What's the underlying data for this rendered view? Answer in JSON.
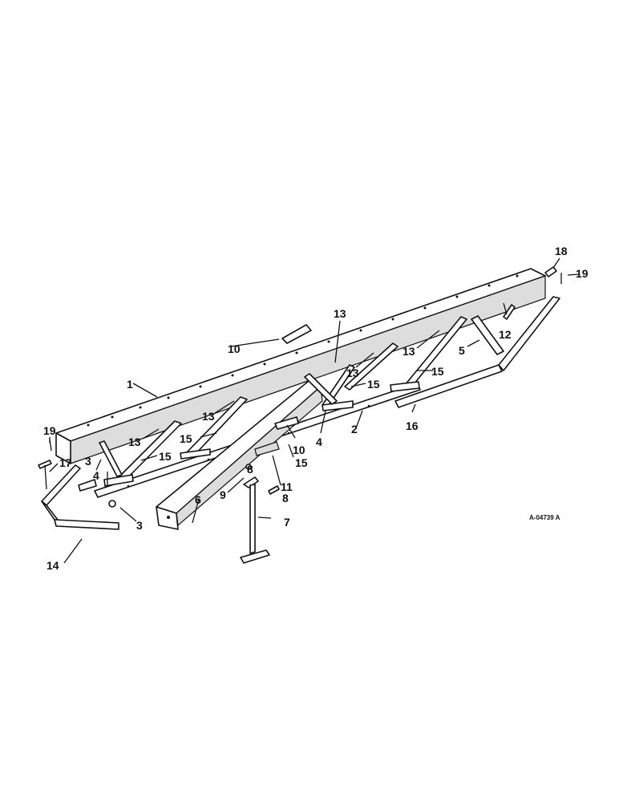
{
  "drawing_code": "A-04739 A",
  "callouts": [
    {
      "id": "1",
      "text": "1"
    },
    {
      "id": "2",
      "text": "2"
    },
    {
      "id": "3a",
      "text": "3"
    },
    {
      "id": "3b",
      "text": "3"
    },
    {
      "id": "4a",
      "text": "4"
    },
    {
      "id": "4b",
      "text": "4"
    },
    {
      "id": "5",
      "text": "5"
    },
    {
      "id": "6",
      "text": "6"
    },
    {
      "id": "7",
      "text": "7"
    },
    {
      "id": "8a",
      "text": "8"
    },
    {
      "id": "8b",
      "text": "8"
    },
    {
      "id": "9",
      "text": "9"
    },
    {
      "id": "10a",
      "text": "10"
    },
    {
      "id": "10b",
      "text": "10"
    },
    {
      "id": "11",
      "text": "11"
    },
    {
      "id": "12",
      "text": "12"
    },
    {
      "id": "13a",
      "text": "13"
    },
    {
      "id": "13b",
      "text": "13"
    },
    {
      "id": "13c",
      "text": "13"
    },
    {
      "id": "13d",
      "text": "13"
    },
    {
      "id": "13e",
      "text": "13"
    },
    {
      "id": "14",
      "text": "14"
    },
    {
      "id": "15a",
      "text": "15"
    },
    {
      "id": "15b",
      "text": "15"
    },
    {
      "id": "15c",
      "text": "15"
    },
    {
      "id": "15d",
      "text": "15"
    },
    {
      "id": "15e",
      "text": "15"
    },
    {
      "id": "16",
      "text": "16"
    },
    {
      "id": "17",
      "text": "17"
    },
    {
      "id": "18",
      "text": "18"
    },
    {
      "id": "19a",
      "text": "19"
    },
    {
      "id": "19b",
      "text": "19"
    }
  ]
}
